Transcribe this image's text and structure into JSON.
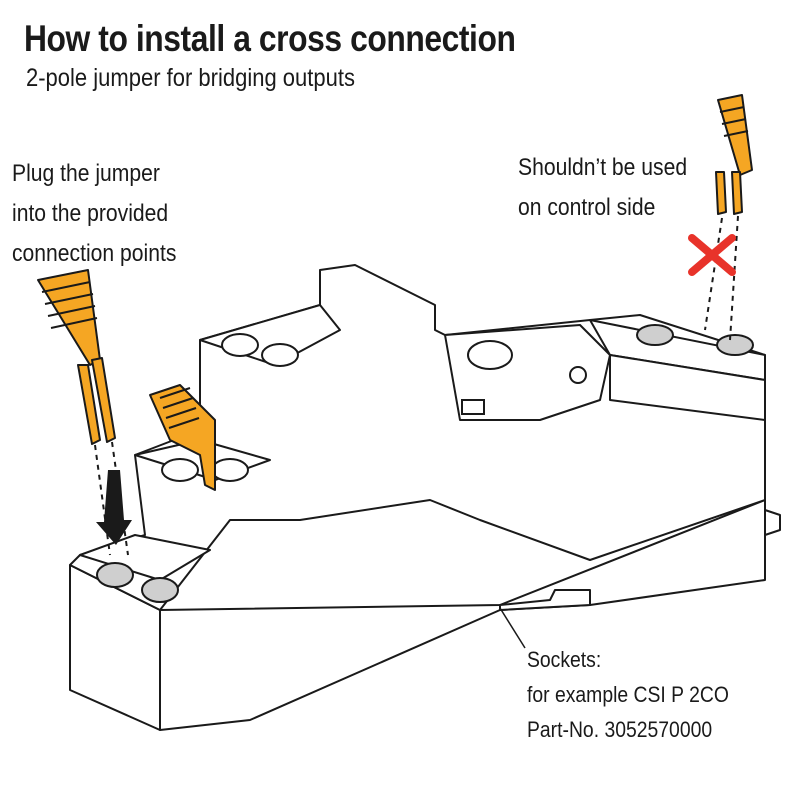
{
  "title": "How to install a cross connection",
  "subtitle": "2-pole jumper for bridging outputs",
  "instruction": {
    "lines": [
      "Plug the jumper",
      "into the provided",
      "connection points"
    ]
  },
  "warning": {
    "lines": [
      "Shouldn’t be used",
      "on control side"
    ]
  },
  "sockets_label": {
    "lines": [
      "Sockets:",
      "for example CSI P 2CO",
      "Part-No. 3052570000"
    ]
  },
  "colors": {
    "jumper": "#F5A623",
    "cross": "#E8332A",
    "outline": "#1a1a1a",
    "hole_shade": "#cfcfcf"
  }
}
